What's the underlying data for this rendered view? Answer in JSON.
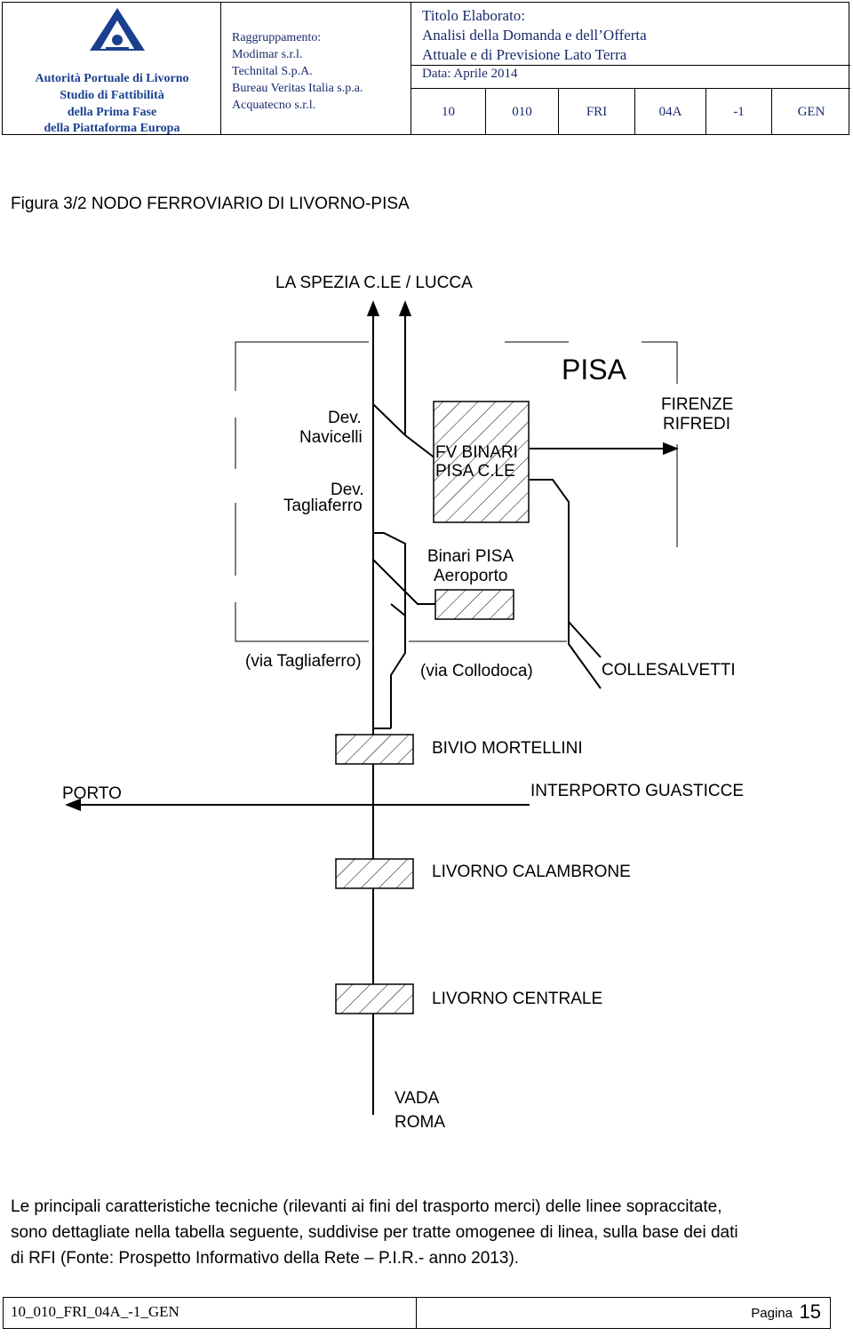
{
  "header": {
    "org_lines": [
      "Autorità Portuale di Livorno",
      "Studio di Fattibilità",
      "della Prima Fase",
      "della Piattaforma Europa"
    ],
    "logo_icon": "port-authority-logo",
    "firm_lines": [
      "Raggruppamento:",
      "Modimar s.r.l.",
      "Technital S.p.A.",
      "Bureau Veritas Italia s.p.a.",
      "Acquatecno s.r.l."
    ],
    "title_lines": [
      "Titolo Elaborato:",
      "Analisi della Domanda e dell’Offerta",
      "Attuale e di Previsione Lato Terra"
    ],
    "date": "Data: Aprile 2014",
    "code_cells": [
      "10",
      "010",
      "FRI",
      "04A",
      "-1",
      "GEN"
    ],
    "colors": {
      "text_blue": "#1a3f8f",
      "title_navy": "#1a2a6c"
    }
  },
  "figure": {
    "caption": "Figura 3/2 NODO FERROVIARIO DI LIVORNO-PISA",
    "labels": {
      "la_spezia": "LA SPEZIA C.LE / LUCCA",
      "pisa": "PISA",
      "firenze": "FIRENZE",
      "rifredi": "RIFREDI",
      "dev1": "Dev.",
      "navicelli": "Navicelli",
      "dev2": "Dev.",
      "tagliaferro": "Tagliaferro",
      "fv1": "FV BINARI",
      "fv2": "PISA C.LE",
      "binari1": "Binari PISA",
      "binari2": "Aeroporto",
      "via_tagliaferro": "(via Tagliaferro)",
      "via_collodoca": "(via Collodoca)",
      "collesalvetti": "COLLESALVETTI",
      "bivio": "BIVIO MORTELLINI",
      "porto": "PORTO",
      "interporto": "INTERPORTO GUASTICCE",
      "calambrone": "LIVORNO CALAMBRONE",
      "centrale": "LIVORNO CENTRALE",
      "vada": "VADA",
      "roma": "ROMA"
    }
  },
  "paragraph": [
    "Le principali caratteristiche tecniche (rilevanti ai fini del trasporto merci) delle linee sopraccitate,",
    "sono dettagliate nella tabella seguente, suddivise per tratte omogenee di linea, sulla base dei dati",
    "di RFI (Fonte: Prospetto Informativo della Rete – P.I.R.- anno 2013)."
  ],
  "footer": {
    "doc_code": "10_010_FRI_04A_-1_GEN",
    "page_label": "Pagina",
    "page_number": "15"
  }
}
